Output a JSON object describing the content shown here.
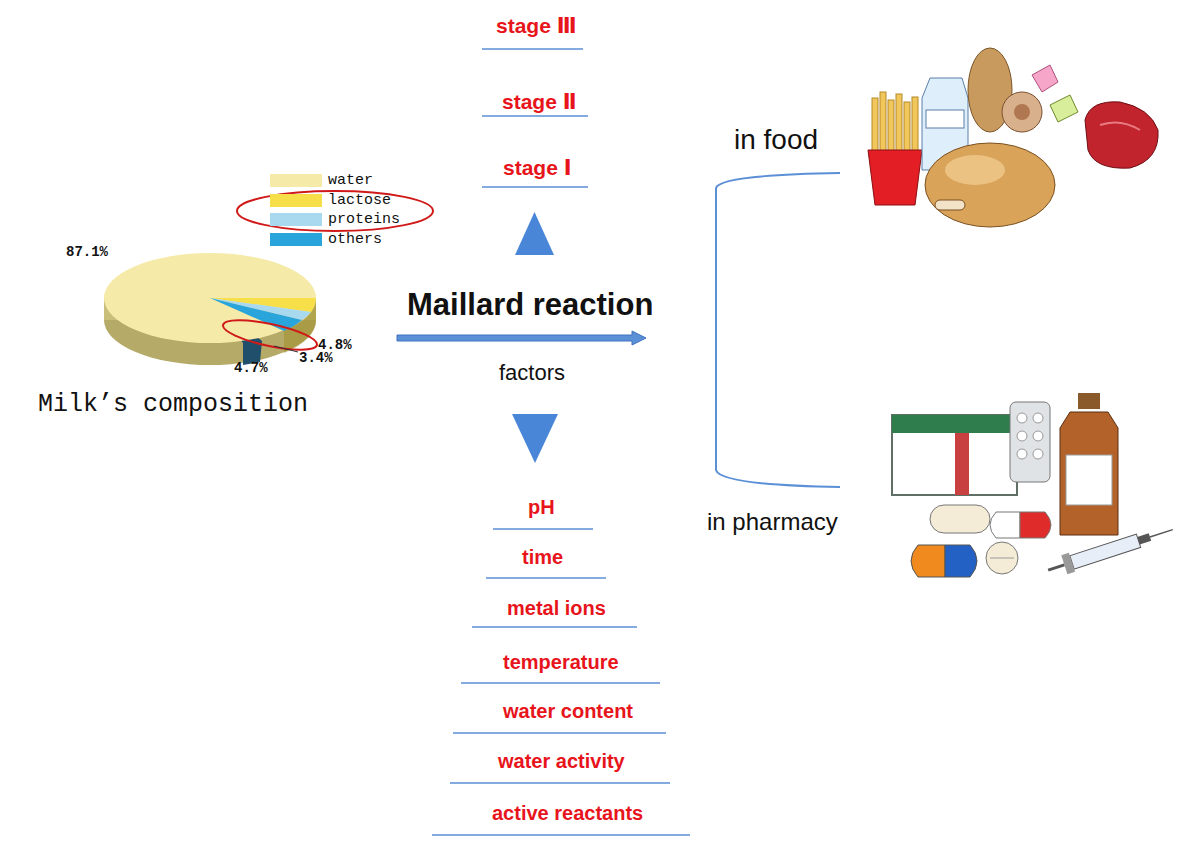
{
  "diagram": {
    "labels": [
      "stage Ⅲ",
      "stage Ⅱ",
      "stage Ⅰ",
      "Maillard reaction",
      "factors",
      "pH",
      "time",
      "metal ions",
      "temperature",
      "water content",
      "water activity",
      "active reactants",
      "in food",
      "in pharmacy",
      "87.1%",
      "4.8%",
      "3.4%",
      "4.7%",
      "Milk’s composition"
    ],
    "legend": [
      {
        "text": "water",
        "color": "#f5eaa8"
      },
      {
        "text": "lactose",
        "color": "#f7df4a"
      },
      {
        "text": "proteins",
        "color": "#a9d9ef"
      },
      {
        "text": "others",
        "color": "#2aa5db"
      }
    ]
  }
}
